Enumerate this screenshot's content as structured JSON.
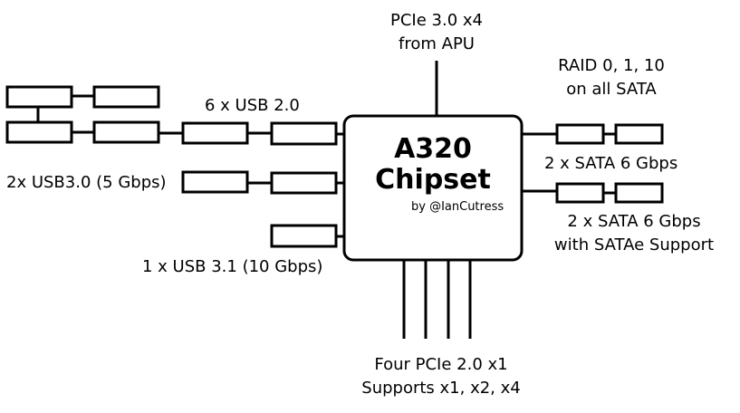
{
  "chipset": {
    "title_line1": "A320",
    "title_line2": "Chipset",
    "credit": "by @IanCutress"
  },
  "uplink": {
    "label_line1": "PCIe 3.0 x4",
    "label_line2": "from APU"
  },
  "usb2": {
    "label": "6 x USB 2.0",
    "port_count": 6
  },
  "usb3": {
    "label": "2x USB3.0 (5 Gbps)",
    "port_count": 2
  },
  "usb31": {
    "label": "1 x USB 3.1 (10 Gbps)",
    "port_count": 1
  },
  "raid": {
    "label_line1": "RAID 0, 1, 10",
    "label_line2": "on all SATA"
  },
  "sata1": {
    "label": "2 x SATA 6 Gbps",
    "port_count": 2
  },
  "sata2": {
    "label_line1": "2 x SATA 6 Gbps",
    "label_line2": "with SATAe Support",
    "port_count": 2
  },
  "pcie": {
    "label_line1": "Four PCIe 2.0 x1",
    "label_line2": "Supports x1, x2, x4",
    "lane_count": 4
  }
}
